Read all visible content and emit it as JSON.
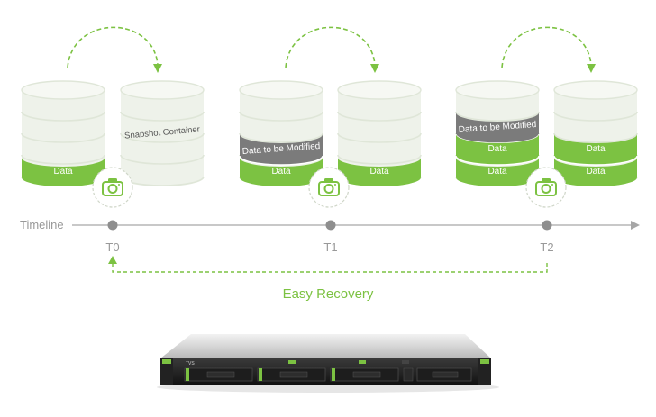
{
  "colors": {
    "green": "#7cc242",
    "green_dark": "#6bb232",
    "db_light": "#eef2ea",
    "db_line": "#dfe6d8",
    "gray_band": "#7b7b7b",
    "timeline_gray": "#9a9a9a",
    "text_gray": "#999999"
  },
  "timeline": {
    "label": "Timeline",
    "points": [
      {
        "label": "T0"
      },
      {
        "label": "T1"
      },
      {
        "label": "T2"
      }
    ]
  },
  "groups": [
    {
      "source": {
        "bands": [
          {
            "text": "Data",
            "style": "green"
          }
        ]
      },
      "snapshot": {
        "label": "Snapshot Container",
        "bands": []
      }
    },
    {
      "source": {
        "bands": [
          {
            "text": "Data to be Modified",
            "style": "gray"
          },
          {
            "text": "Data",
            "style": "green"
          }
        ]
      },
      "snapshot": {
        "label": "",
        "bands": [
          {
            "text": "Data",
            "style": "green"
          }
        ]
      }
    },
    {
      "source": {
        "bands": [
          {
            "text": "Data to be Modified",
            "style": "gray"
          },
          {
            "text": "Data",
            "style": "green"
          },
          {
            "text": "Data",
            "style": "green"
          }
        ]
      },
      "snapshot": {
        "label": "",
        "bands": [
          {
            "text": "Data",
            "style": "green"
          },
          {
            "text": "Data",
            "style": "green"
          }
        ]
      }
    }
  ],
  "recovery": {
    "label": "Easy Recovery"
  },
  "device": {
    "brand_label": "TVS",
    "icon": "rackmount-nas-server"
  },
  "icons": {
    "camera": "camera-icon",
    "arrow": "curved-dashed-arrow"
  }
}
